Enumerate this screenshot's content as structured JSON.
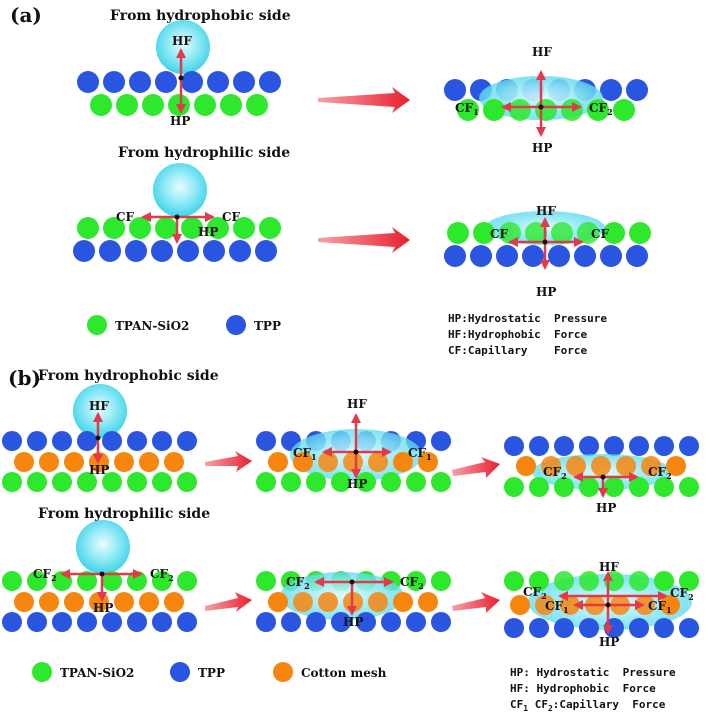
{
  "colors": {
    "green": "#2ee82e",
    "blue": "#2a55e0",
    "orange": "#f7860f",
    "water": "#7de6f2",
    "arrow": "#e23a4a"
  },
  "panel_a": {
    "label": "(a)",
    "hydrophobic_heading": "From hydrophobic side",
    "hydrophilic_heading": "From hydrophilic side",
    "hf": "HF",
    "hp": "HP",
    "cf": "CF",
    "cf1": "CF",
    "cf2": "CF",
    "sub1": "1",
    "sub2": "2",
    "legend": {
      "green": "TPAN-SiO2",
      "blue": "TPP"
    },
    "notes": [
      "HP:Hydrostatic  Pressure",
      "HF:Hydrophobic  Force",
      "CF:Capillary    Force"
    ]
  },
  "panel_b": {
    "label": "(b)",
    "hydrophobic_heading": "From hydrophobic side",
    "hydrophilic_heading": "From hydrophilic side",
    "hf": "HF",
    "hp": "HP",
    "cf": "CF",
    "sub1": "1",
    "sub2": "2",
    "legend": {
      "green": "TPAN-SiO2",
      "blue": "TPP",
      "orange": "Cotton mesh"
    },
    "notes": [
      "HP: Hydrostatic  Pressure",
      "HF: Hydrophobic  Force",
      "CF",
      "1",
      " CF",
      "2",
      ":Capillary  Force"
    ]
  }
}
